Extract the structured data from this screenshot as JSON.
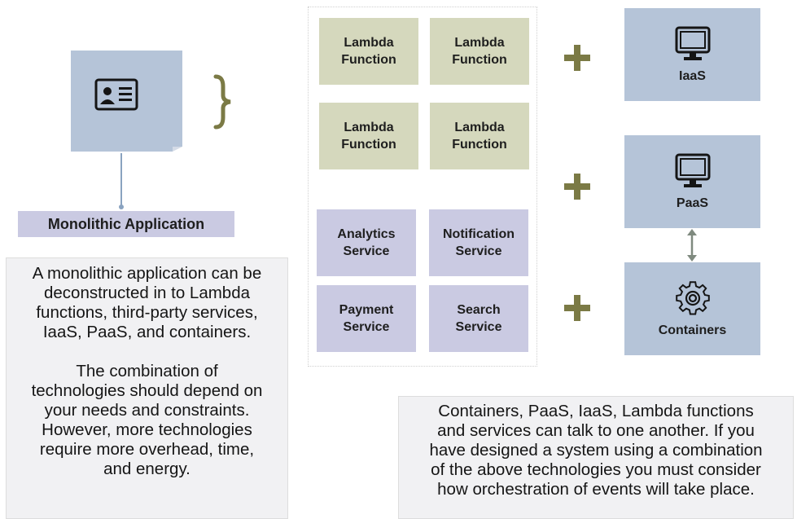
{
  "monolith": {
    "label": "Monolithic Application",
    "icon": "id-card-icon"
  },
  "lambda_functions": [
    {
      "label": "Lambda\nFunction"
    },
    {
      "label": "Lambda\nFunction"
    },
    {
      "label": "Lambda\nFunction"
    },
    {
      "label": "Lambda\nFunction"
    }
  ],
  "services": [
    {
      "label": "Analytics\nService"
    },
    {
      "label": "Notification\nService"
    },
    {
      "label": "Payment\nService"
    },
    {
      "label": "Search\nService"
    }
  ],
  "infrastructure": [
    {
      "label": "IaaS",
      "icon": "monitor-icon"
    },
    {
      "label": "PaaS",
      "icon": "monitor-icon"
    },
    {
      "label": "Containers",
      "icon": "gear-icon"
    }
  ],
  "left_note": {
    "paragraph1": "A monolithic application can be\ndeconstructed in to Lambda\nfunctions, third-party services,\nIaaS, PaaS, and containers.",
    "paragraph2": "The combination of\ntechnologies should depend on\nyour needs and constraints.\nHowever, more technologies\nrequire more overhead, time,\nand energy."
  },
  "bottom_note": {
    "text": "Containers, PaaS, IaaS, Lambda functions\nand services can talk to one another. If you\nhave designed a system using a combination\nof the above technologies you must consider\nhow orchestration of events will take place."
  },
  "colors": {
    "lambda": "#d5d8bd",
    "service": "#cacae2",
    "infrastructure": "#b5c4d8",
    "monolith": "#b5c4d8",
    "accent_olive": "#7b7a45"
  }
}
